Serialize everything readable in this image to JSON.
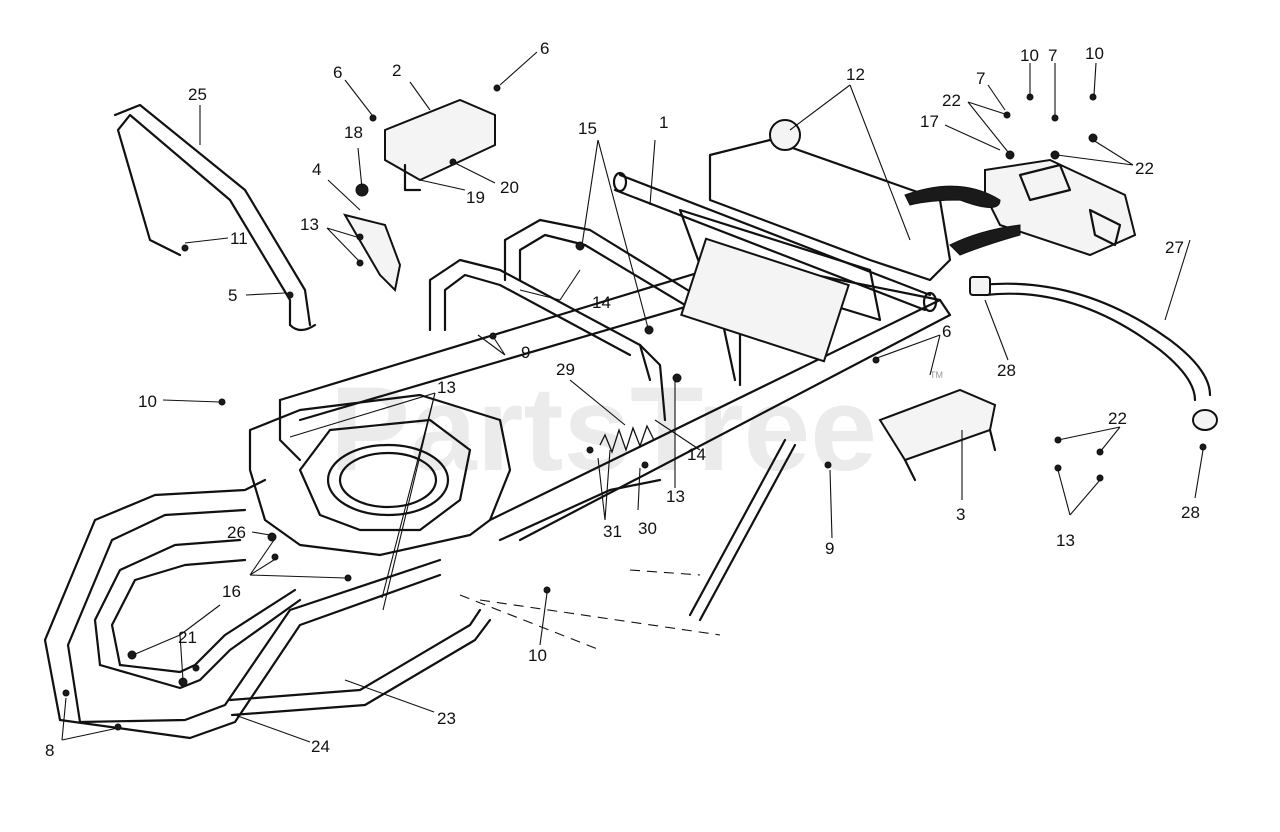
{
  "watermark": {
    "text": "PartsTree",
    "tm": "TM"
  },
  "callouts": [
    {
      "id": "c1",
      "label": "1"
    },
    {
      "id": "c2",
      "label": "2"
    },
    {
      "id": "c3",
      "label": "3"
    },
    {
      "id": "c4",
      "label": "4"
    },
    {
      "id": "c5",
      "label": "5"
    },
    {
      "id": "c6a",
      "label": "6"
    },
    {
      "id": "c6b",
      "label": "6"
    },
    {
      "id": "c6c",
      "label": "6"
    },
    {
      "id": "c7a",
      "label": "7"
    },
    {
      "id": "c7b",
      "label": "7"
    },
    {
      "id": "c8",
      "label": "8"
    },
    {
      "id": "c9a",
      "label": "9"
    },
    {
      "id": "c9b",
      "label": "9"
    },
    {
      "id": "c10a",
      "label": "10"
    },
    {
      "id": "c10b",
      "label": "10"
    },
    {
      "id": "c10c",
      "label": "10"
    },
    {
      "id": "c10d",
      "label": "10"
    },
    {
      "id": "c11",
      "label": "11"
    },
    {
      "id": "c12",
      "label": "12"
    },
    {
      "id": "c13a",
      "label": "13"
    },
    {
      "id": "c13b",
      "label": "13"
    },
    {
      "id": "c13c",
      "label": "13"
    },
    {
      "id": "c13d",
      "label": "13"
    },
    {
      "id": "c14a",
      "label": "14"
    },
    {
      "id": "c14b",
      "label": "14"
    },
    {
      "id": "c15",
      "label": "15"
    },
    {
      "id": "c16",
      "label": "16"
    },
    {
      "id": "c17",
      "label": "17"
    },
    {
      "id": "c18",
      "label": "18"
    },
    {
      "id": "c19",
      "label": "19"
    },
    {
      "id": "c20",
      "label": "20"
    },
    {
      "id": "c21",
      "label": "21"
    },
    {
      "id": "c22a",
      "label": "22"
    },
    {
      "id": "c22b",
      "label": "22"
    },
    {
      "id": "c22c",
      "label": "22"
    },
    {
      "id": "c23",
      "label": "23"
    },
    {
      "id": "c24",
      "label": "24"
    },
    {
      "id": "c25",
      "label": "25"
    },
    {
      "id": "c26",
      "label": "26"
    },
    {
      "id": "c27",
      "label": "27"
    },
    {
      "id": "c28a",
      "label": "28"
    },
    {
      "id": "c28b",
      "label": "28"
    },
    {
      "id": "c29",
      "label": "29"
    },
    {
      "id": "c30",
      "label": "30"
    },
    {
      "id": "c31",
      "label": "31"
    }
  ]
}
